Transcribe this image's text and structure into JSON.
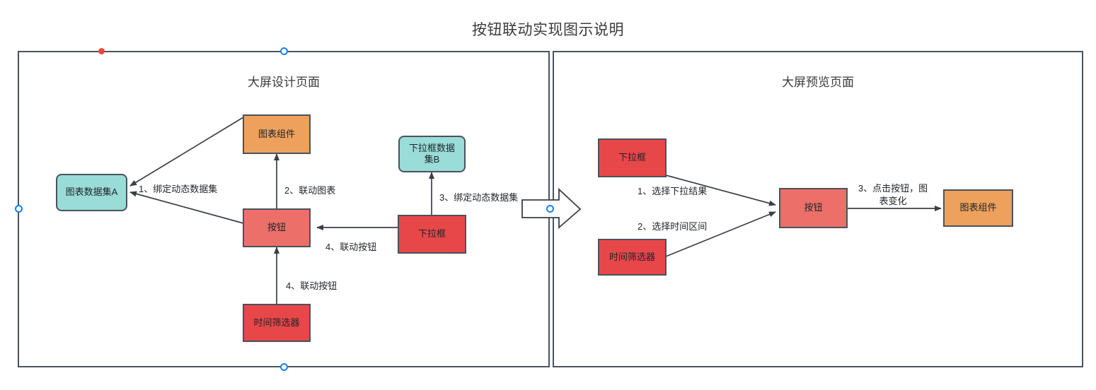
{
  "title": "按钮联动实现图示说明",
  "panels": [
    {
      "id": "design",
      "title": "大屏设计页面",
      "nodes": [
        {
          "name": "chart-component",
          "label": "图表组件",
          "style": "orange"
        },
        {
          "name": "chart-dataset-a",
          "label": "图表数据集A",
          "style": "cyan"
        },
        {
          "name": "dropdown-dataset-b",
          "label": "下拉框数据\n集B",
          "style": "cyan"
        },
        {
          "name": "button",
          "label": "按钮",
          "style": "salmon"
        },
        {
          "name": "dropdown",
          "label": "下拉框",
          "style": "red"
        },
        {
          "name": "time-filter",
          "label": "时间筛选器",
          "style": "red"
        }
      ],
      "edges": [
        {
          "name": "edge-bind-dynamic-dataset-1",
          "label": "1、绑定动态数据集"
        },
        {
          "name": "edge-link-chart-2",
          "label": "2、联动图表"
        },
        {
          "name": "edge-bind-dynamic-dataset-3",
          "label": "3、绑定动态数据集"
        },
        {
          "name": "edge-link-button-4a",
          "label": "4、联动按钮"
        },
        {
          "name": "edge-link-button-4b",
          "label": "4、联动按钮"
        }
      ]
    },
    {
      "id": "preview",
      "title": "大屏预览页面",
      "nodes": [
        {
          "name": "dropdown",
          "label": "下拉框",
          "style": "red"
        },
        {
          "name": "time-filter",
          "label": "时间筛选器",
          "style": "red"
        },
        {
          "name": "button",
          "label": "按钮",
          "style": "salmon"
        },
        {
          "name": "chart-component",
          "label": "图表组件",
          "style": "orange"
        }
      ],
      "edges": [
        {
          "name": "edge-select-dropdown-result-1",
          "label": "1、选择下拉结果"
        },
        {
          "name": "edge-select-time-range-2",
          "label": "2、选择时间区间"
        },
        {
          "name": "edge-click-button-3",
          "label": "3、点击按钮，图\n表变化"
        }
      ]
    }
  ],
  "flow_arrow": {
    "name": "flow-arrow",
    "label": ""
  },
  "colors": {
    "orange": "#eda15c",
    "cyan": "#99dcd8",
    "red": "#e8474a",
    "salmon": "#ec7069",
    "stroke": "#4a525c",
    "handle_red": "#f0453a",
    "handle_blue": "#1a7ff0"
  }
}
